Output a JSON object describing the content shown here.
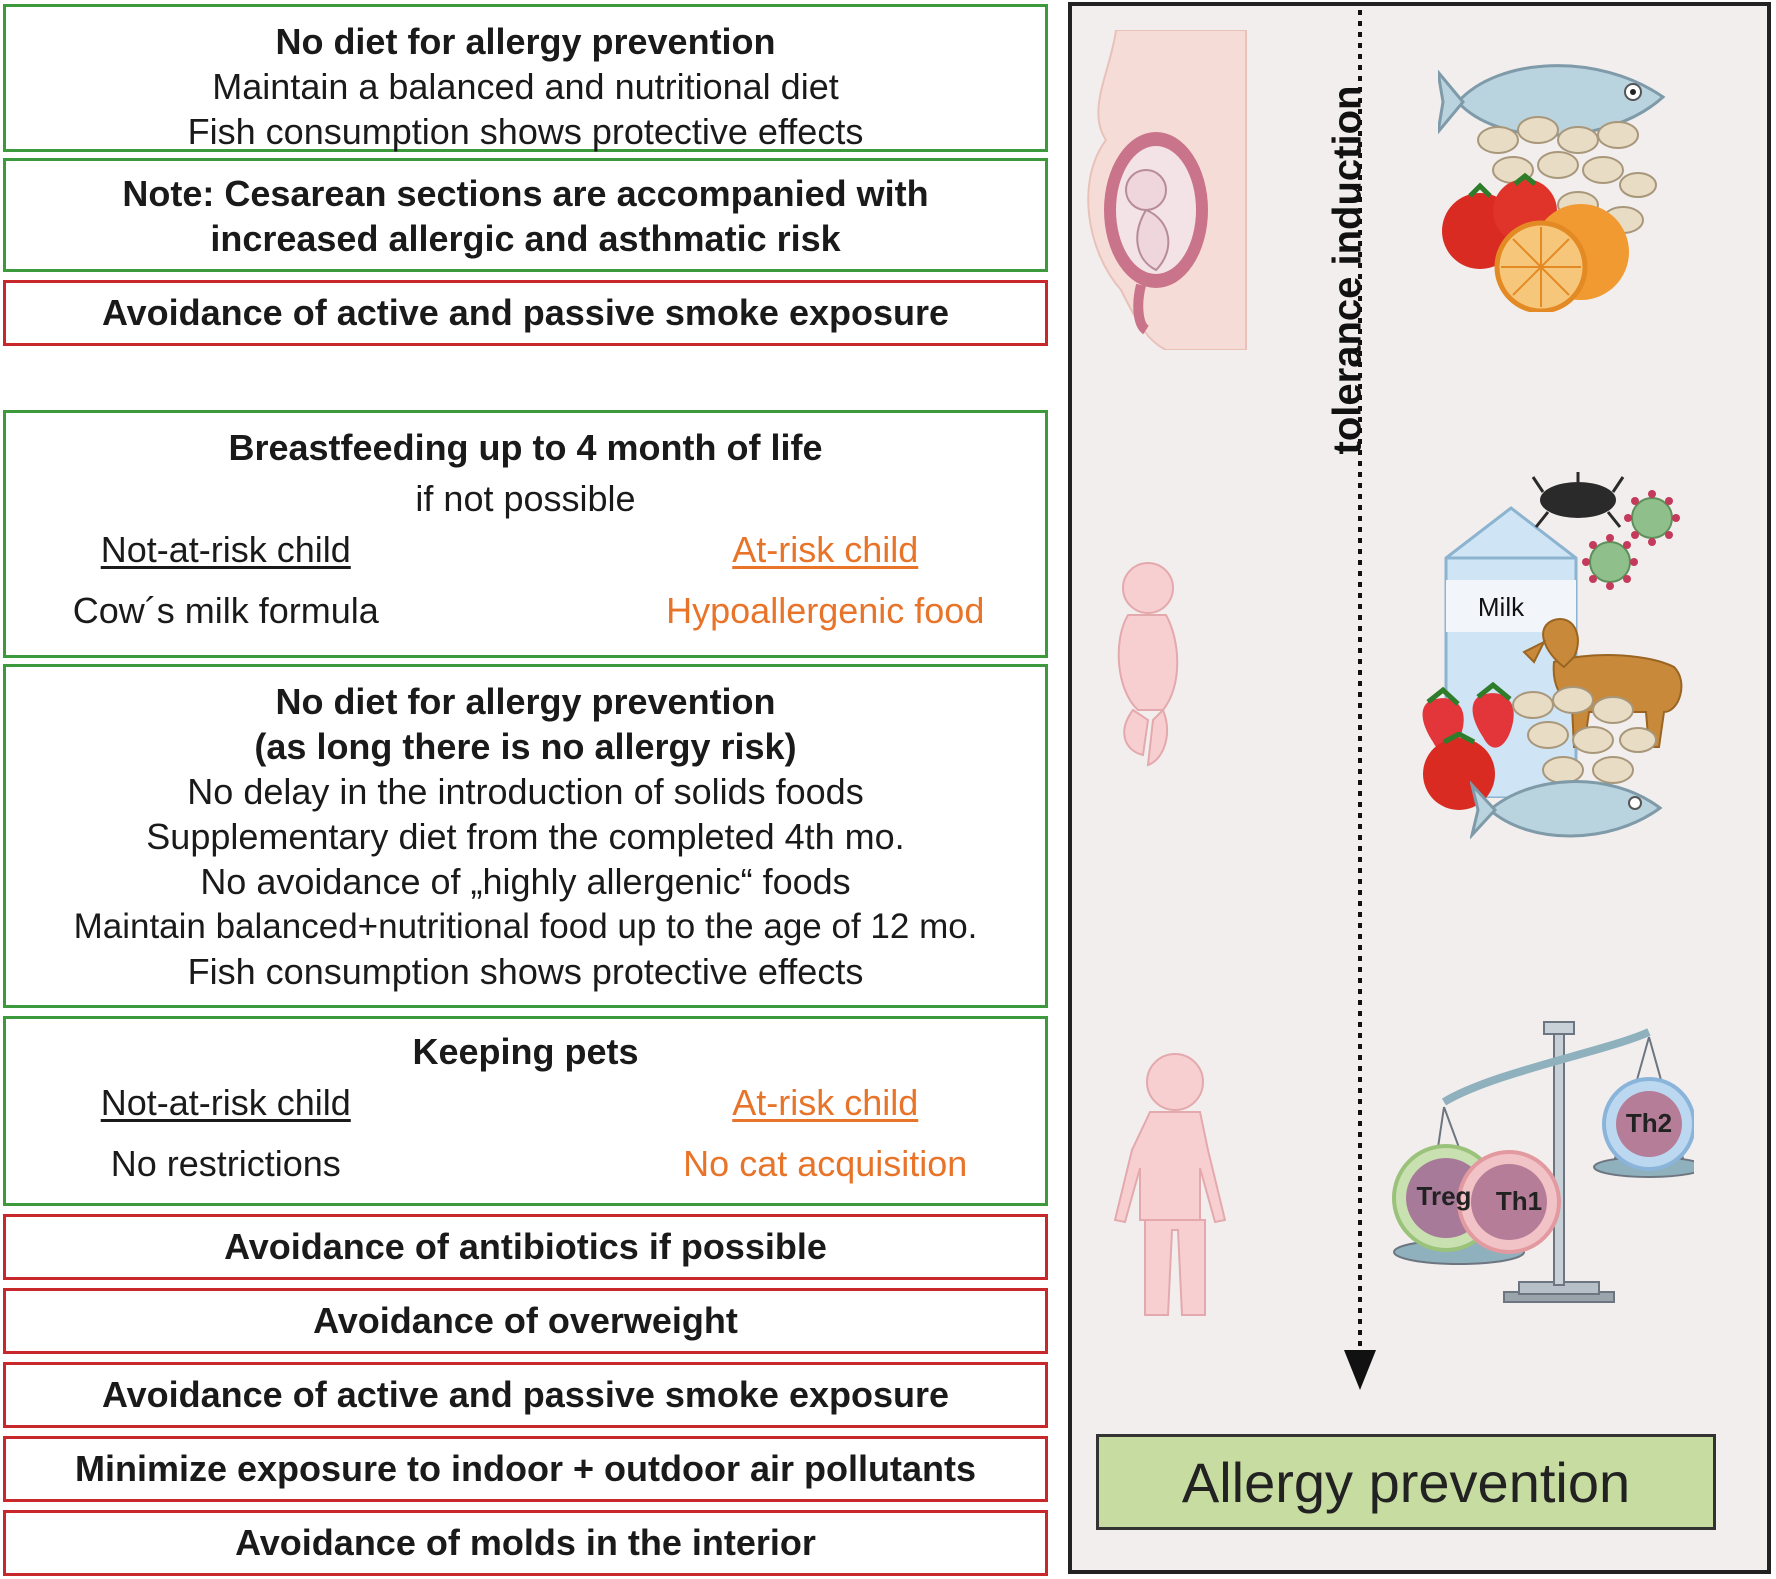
{
  "left_boxes": {
    "pregnancy_diet": {
      "title": "No diet for allergy prevention",
      "line1": "Maintain a balanced and nutritional diet",
      "line2": "Fish consumption shows protective effects"
    },
    "cesarean_note": {
      "line1": "Note: Cesarean sections are accompanied with",
      "line2": "increased allergic and asthmatic risk"
    },
    "smoke_pregnancy": "Avoidance of active and passive smoke exposure",
    "breastfeeding": {
      "title": "Breastfeeding up to 4 month of life",
      "subtitle": "if not possible",
      "not_at_risk_label": "Not-at-risk child",
      "at_risk_label": "At-risk child",
      "not_at_risk_value": "Cow´s milk formula",
      "at_risk_value": "Hypoallergenic food"
    },
    "infant_diet": {
      "title1": "No diet for allergy prevention",
      "title2": "(as long there is no allergy risk)",
      "line1": "No delay in the introduction of solids foods",
      "line2": "Supplementary diet from the completed 4th mo.",
      "line3": "No avoidance of „highly allergenic“ foods",
      "line4": "Maintain balanced+nutritional food up to the age of 12 mo.",
      "line5": "Fish consumption shows protective effects"
    },
    "pets": {
      "title": "Keeping pets",
      "not_at_risk_label": "Not-at-risk child",
      "at_risk_label": "At-risk child",
      "not_at_risk_value": "No restrictions",
      "at_risk_value": "No cat acquisition"
    },
    "antibiotics": "Avoidance of antibiotics if possible",
    "overweight": "Avoidance of overweight",
    "smoke_child": "Avoidance of  active and passive smoke exposure",
    "air_pollutants": "Minimize exposure to indoor + outdoor air pollutants",
    "molds": "Avoidance of molds in the interior"
  },
  "right_panel": {
    "arrow_label": "tolerance induction",
    "milk_label": "Milk",
    "cells": {
      "treg": "Treg",
      "th1": "Th1",
      "th2": "Th2"
    },
    "outcome": "Allergy prevention"
  },
  "colors": {
    "green_border": "#3c9a3c",
    "red_border": "#c8282c",
    "orange_text": "#e8742a",
    "panel_bg": "#f2eeee",
    "outcome_bg": "#c7dca0"
  },
  "icons": [
    "pregnant-woman-icon",
    "fish-icon",
    "tomato-icon",
    "orange-icon",
    "nuts-icon",
    "infant-icon",
    "milk-carton-icon",
    "dust-mite-icon",
    "virus-icon",
    "dog-icon",
    "strawberry-icon",
    "toddler-icon",
    "balance-scale-icon"
  ]
}
